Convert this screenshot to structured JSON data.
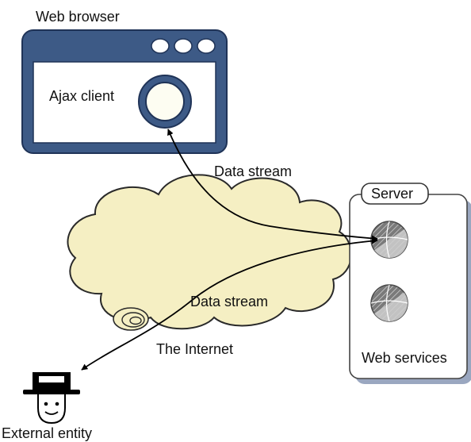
{
  "labels": {
    "web_browser": "Web browser",
    "ajax_client": "Ajax client",
    "data_stream_upper": "Data stream",
    "data_stream_lower": "Data stream",
    "the_internet": "The Internet",
    "server": "Server",
    "web_services": "Web services",
    "external_entity": "External entity"
  },
  "colors": {
    "browser_frame": "#3d5a86",
    "browser_frame_border": "#1f3357",
    "browser_content": "#ffffff",
    "button_fill": "#ffffff",
    "cloud_fill": "#f5efc3",
    "cloud_stroke": "#2a2a2a",
    "server_box_shadow": "#9aa7c0",
    "arrow": "#000000"
  },
  "icons": {
    "browser_buttons": "three-circle-buttons",
    "client": "ring-icon",
    "web_service": "globe-icon",
    "external_entity": "smiling-man-hat-icon"
  }
}
